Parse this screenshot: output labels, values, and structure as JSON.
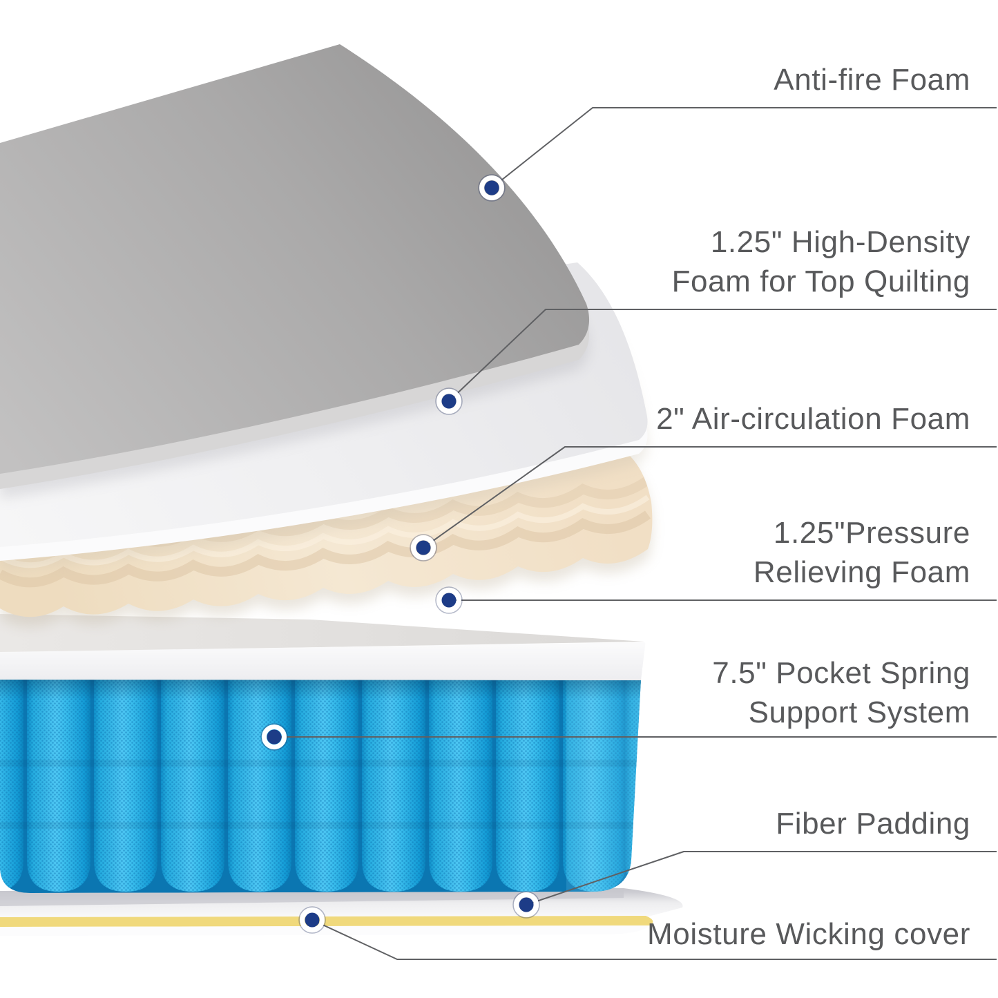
{
  "diagram_title": "Mattress layers cutaway diagram",
  "labels": [
    {
      "id": "anti-fire-foam",
      "text": "Anti-fire Foam"
    },
    {
      "id": "high-density-foam",
      "text": "1.25\" High-Density\nFoam for Top Quilting"
    },
    {
      "id": "air-circulation-foam",
      "text": "2\" Air-circulation Foam"
    },
    {
      "id": "pressure-relieving-foam",
      "text": "1.25\"Pressure\nRelieving Foam"
    },
    {
      "id": "pocket-spring-system",
      "text": "7.5\" Pocket Spring\nSupport System"
    },
    {
      "id": "fiber-padding",
      "text": "Fiber Padding"
    },
    {
      "id": "moisture-wicking-cover",
      "text": "Moisture Wicking cover"
    }
  ],
  "icons": [
    {
      "name": "layer-marker-icon",
      "shape": "navy dot in white ring",
      "count": 7
    }
  ],
  "colors": {
    "label_text": "#58595b",
    "leader_line": "#5f6063",
    "marker_dot": "#1d3c87",
    "marker_ring": "#ffffff",
    "spring_blue": "#2ab4e8",
    "spring_blue_dark": "#0b76b1",
    "base_yellow": "#f0d97c",
    "foam_gray": "#aaa9a9",
    "foam_white": "#efeff1",
    "foam_cream": "#f5e8d3"
  }
}
